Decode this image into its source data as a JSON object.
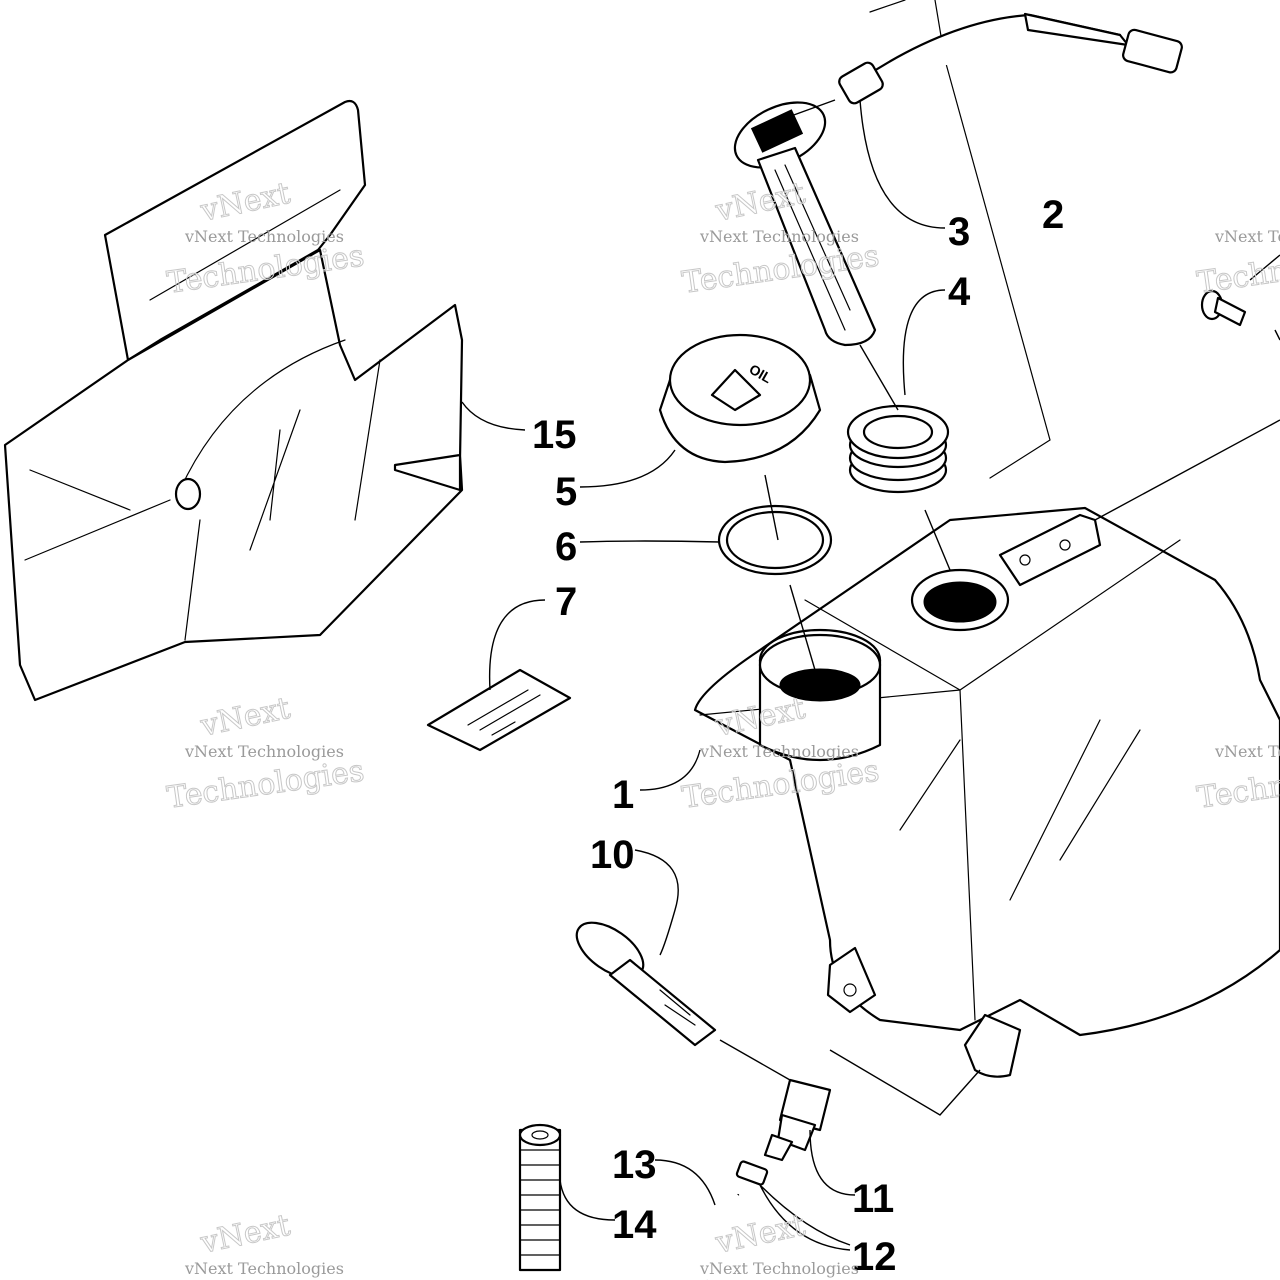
{
  "callouts": {
    "c1": "1",
    "c2": "2",
    "c3": "3",
    "c4": "4",
    "c5": "5",
    "c6": "6",
    "c7": "7",
    "c10": "10",
    "c11": "11",
    "c12": "12",
    "c13": "13",
    "c14": "14",
    "c15": "15"
  },
  "watermark": {
    "line1": "vNext Technologies",
    "line2": "Technologies",
    "line3": "vNext"
  },
  "cap_text": "OIL",
  "colors": {
    "ink": "#000000",
    "paper": "#ffffff",
    "watermark": "#c8c8c8"
  }
}
